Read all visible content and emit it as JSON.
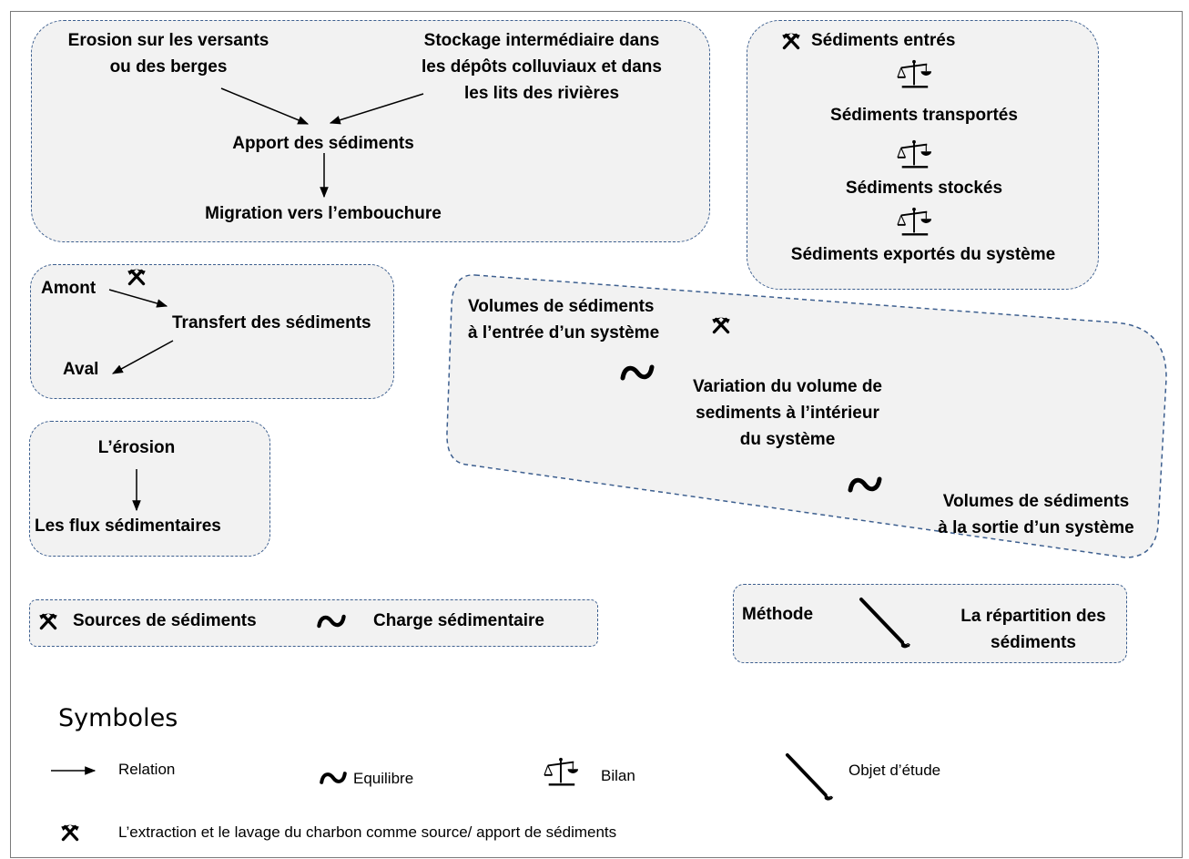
{
  "box_a": {
    "erosion": "Erosion sur les versants\nou des berges",
    "stockage": "Stockage intermédiaire dans\nles dépôts colluviaux et dans\nles lits des rivières",
    "apport": "Apport des sédiments",
    "migration": "Migration vers l’embouchure"
  },
  "box_b": {
    "entres": "Sédiments entrés",
    "transportes": "Sédiments transportés",
    "stockes": "Sédiments stockés",
    "exportes": "Sédiments exportés du système"
  },
  "box_c": {
    "amont": "Amont",
    "transfert": "Transfert des sédiments",
    "aval": "Aval"
  },
  "box_d": {
    "erosion": "L’érosion",
    "flux": "Les flux sédimentaires"
  },
  "box_e": {
    "volumes_entree": "Volumes de sédiments\nà l’entrée d’un système",
    "variation": "Variation du volume de\nsediments à l’intérieur\ndu système",
    "volumes_sortie": "Volumes de sédiments\nà la sortie d’un système"
  },
  "box_f": {
    "sources": "Sources de sédiments",
    "charge": "Charge sédimentaire"
  },
  "box_g": {
    "methode": "Méthode",
    "repartition": "La répartition des\nsédiments"
  },
  "legend": {
    "title": "Symboles",
    "relation": "Relation",
    "equilibre": "Equilibre",
    "bilan": "Bilan",
    "objet": "Objet d’étude",
    "extraction": "L’extraction et le lavage du charbon comme source/ apport de sédiments"
  },
  "icons": {
    "pickaxe": "crossed-hammers-icon",
    "balance": "balance-scale-icon",
    "wave": "tilde-wave-icon",
    "brush": "pen-brush-icon",
    "arrow": "arrow-icon"
  },
  "colors": {
    "box_fill": "#f2f2f2",
    "box_border": "#3d5f8f"
  }
}
